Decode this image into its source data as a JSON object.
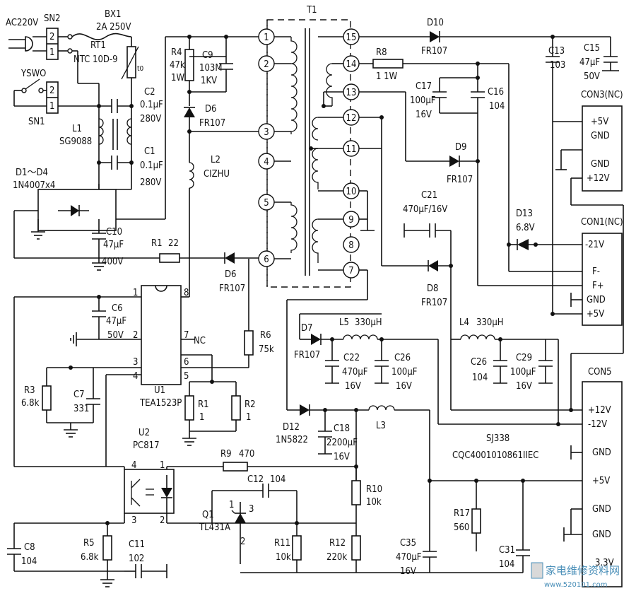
{
  "labels": {
    "ac_in": "AC220V",
    "sn2": "SN2",
    "bx1": "BX1",
    "bx1_val": "2A  250V",
    "t1": "T1",
    "d10": "D10",
    "d10_val": "FR107",
    "sn2_p2": "2",
    "sn2_p1": "1",
    "rt1": "RT1",
    "rt1_val": "NTC  10D-9",
    "rt1_t": "t0",
    "r4": "R4",
    "r4_v1": "47k",
    "r4_v2": "1W",
    "c9": "C9",
    "c9_v1": "103M",
    "c9_v2": "1KV",
    "r8": "R8",
    "r8_val": "1  1W",
    "c13": "C13",
    "c13_val": "103",
    "c15": "C15",
    "c15_v1": "47μF",
    "c15_v2": "50V",
    "yswo": "YSWO",
    "sn1_p2": "2",
    "sn1_p1": "1",
    "sn1": "SN1",
    "c2": "C2",
    "c2_v1": "0.1μF",
    "c2_v2": "280V",
    "d6a": "D6",
    "d6a_val": "FR107",
    "c17": "C17",
    "c17_v1": "100μF",
    "c17_v2": "16V",
    "c16": "C16",
    "c16_val": "104",
    "con3": "CON3(NC)",
    "l1": "L1",
    "l1_val": "SG9088",
    "con3_p1": "+5V",
    "con3_p2": "GND",
    "con3_p3": "GND",
    "con3_p4": "+12V",
    "c1": "C1",
    "c1_v1": "0.1μF",
    "c1_v2": "280V",
    "l2": "L2",
    "l2_val": "CIZHU",
    "d9": "D9",
    "d9_val": "FR107",
    "d1d4": "D1～D4",
    "d1d4_val": "1N4007x4",
    "c21": "C21",
    "c21_val": "470μF/16V",
    "d13": "D13",
    "d13_val": "6.8V",
    "con1": "CON1(NC)",
    "c10": "C10",
    "c10_v1": "47μF",
    "c10_v2": "400V",
    "r1": "R1",
    "r1_val": "22",
    "con1_p1": "-21V",
    "d6b": "D6",
    "d6b_val": "FR107",
    "d8": "D8",
    "d8_val": "FR107",
    "con1_p2": "F-",
    "con1_p3": "F+",
    "con1_p4": "GND",
    "con1_p5": "+5V",
    "c6": "C6",
    "c6_v1": "47μF",
    "c6_v2": "50V",
    "l5": "L5",
    "l5_val": "330μH",
    "l4": "L4",
    "l4_val": "330μH",
    "u1_p1": "1",
    "u1_p8": "8",
    "u1_p2": "2",
    "u1_p7": "7",
    "u1_nc": "NC",
    "u1_p3": "3",
    "u1_p6": "6",
    "u1_p4": "4",
    "u1_p5": "5",
    "r6": "R6",
    "r6_val": "75k",
    "d7": "D7",
    "d7_val": "FR107",
    "c22": "C22",
    "c22_v1": "470μF",
    "c22_v2": "16V",
    "c26a": "C26",
    "c26a_v1": "100μF",
    "c26a_v2": "16V",
    "c26b": "C26",
    "c26b_val": "104",
    "c29": "C29",
    "c29_v1": "100μF",
    "c29_v2": "16V",
    "con5": "CON5",
    "r3": "R3",
    "r3_val": "6.8k",
    "c7": "C7",
    "c7_val": "331",
    "u1": "U1",
    "u1_val": "TEA1523P",
    "r1b": "R1",
    "r1b_val": "1",
    "r2": "R2",
    "r2_val": "1",
    "sj338": "SJ338",
    "cqc": "CQC4001010861IIEC",
    "con5_p1": "+12V",
    "con5_p2": "-12V",
    "con5_p3": "GND",
    "con5_p4": "+5V",
    "con5_p5": "GND",
    "con5_p6": "GND",
    "con5_p7": "3.3V",
    "d12": "D12",
    "d12_val": "1N5822",
    "c18": "C18",
    "c18_v1": "2200μF",
    "c18_v2": "16V",
    "l3": "L3",
    "u2": "U2",
    "u2_val": "PC817",
    "r9": "R9",
    "r9_val": "470",
    "c12": "C12",
    "c12_val": "104",
    "r10": "R10",
    "r10_val": "10k",
    "u2_p4": "4",
    "u2_p1": "1",
    "u2_p3": "3",
    "u2_p2": "2",
    "q1": "Q1",
    "q1_val": "TL431A",
    "q1_p1": "1",
    "q1_p3": "3",
    "q1_p2": "2",
    "r17": "R17",
    "r17_val": "560",
    "c8": "C8",
    "c8_val": "104",
    "r5": "R5",
    "r5_val": "6.8k",
    "c11": "C11",
    "c11_val": "102",
    "r11": "R11",
    "r11_val": "10k",
    "r12": "R12",
    "r12_val": "220k",
    "c35": "C35",
    "c35_v1": "470μF",
    "c35_v2": "16V",
    "c31": "C31",
    "c31_val": "104"
  },
  "t1_pins": [
    "1",
    "2",
    "3",
    "4",
    "5",
    "6",
    "15",
    "14",
    "13",
    "12",
    "11",
    "10",
    "9",
    "8",
    "7"
  ],
  "watermark": {
    "cn": "家电维修资料网",
    "url": "www.520101.com"
  }
}
